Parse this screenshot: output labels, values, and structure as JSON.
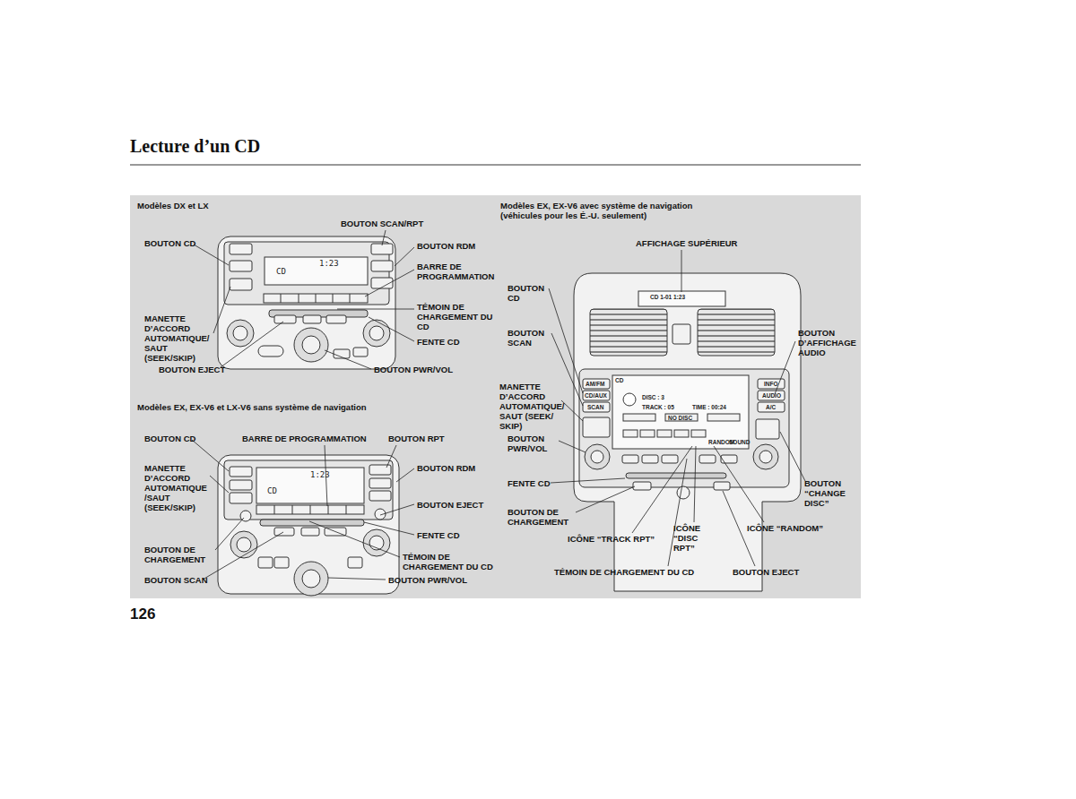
{
  "diagram": {
    "title": "Lecture d’un CD",
    "labels": [
      "126",
      "Modèles DX et LX",
      "BOUTON SCAN/RPT",
      "BOUTON CD",
      "BOUTON RDM",
      "BARRE DE PROGRAMMATION",
      "TÉMOIN DE CHARGEMENT DU CD",
      "MANETTE D’ACCORD AUTOMATIQUE/ SAUT (SEEK/SKIP)",
      "FENTE CD",
      "BOUTON EJECT",
      "BOUTON PWR/VOL",
      "Modèles EX, EX-V6 et LX-V6 sans système de navigation",
      "BOUTON CD",
      "BARRE DE PROGRAMMATION",
      "BOUTON RPT",
      "MANETTE D’ACCORD AUTOMATIQUE /SAUT (SEEK/SKIP)",
      "BOUTON RDM",
      "BOUTON EJECT",
      "FENTE CD",
      "BOUTON DE CHARGEMENT",
      "TÉMOIN DE CHARGEMENT DU CD",
      "BOUTON SCAN",
      "BOUTON PWR/VOL",
      "Modèles EX, EX-V6 avec système de navigation (véhicules pour les É.-U. seulement)",
      "AFFICHAGE SUPÉRIEUR",
      "BOUTON CD",
      "BOUTON SCAN",
      "BOUTON D’AFFICHAGE AUDIO",
      "MANETTE D’ACCORD AUTOMATIQUE/ SAUT (SEEK/ SKIP)",
      "BOUTON PWR/VOL",
      "FENTE CD",
      "BOUTON DE CHARGEMENT",
      "BOUTON “CHANGE DISC”",
      "ICÔNE “TRACK RPT”",
      "ICÔNE “DISC RPT”",
      "ICÔNE “RANDOM”",
      "TÉMOIN DE CHARGEMENT DU CD",
      "BOUTON EJECT",
      "CD",
      "1:23",
      "CD",
      "1:23",
      "CD 1-01 1:23",
      "CD",
      "DISC : 3",
      "TRACK : 05",
      "TIME : 00:24",
      "NO DISC",
      "RANDOM",
      "SOUND",
      "AM/FM",
      "CD/AUX",
      "SCAN",
      "INFO",
      "AUDIO",
      "A/C"
    ]
  }
}
